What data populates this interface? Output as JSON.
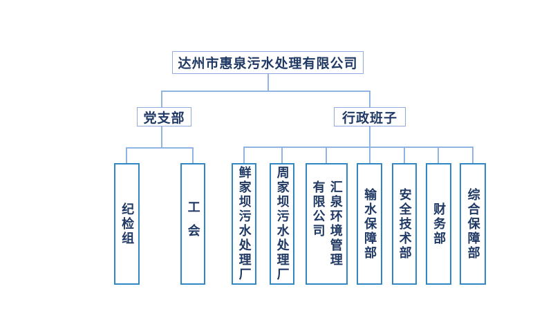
{
  "org_chart": {
    "root": {
      "label": "达州市惠泉污水处理有限公司"
    },
    "branches": [
      {
        "label": "党支部"
      },
      {
        "label": "行政班子"
      }
    ],
    "party_children": [
      {
        "label": "纪检组"
      },
      {
        "label": "工会"
      }
    ],
    "admin_children": [
      {
        "label": "鲜家坝污水处理厂"
      },
      {
        "label": "周家坝污水处理厂"
      },
      {
        "label": "汇泉环境管理\n有限公司"
      },
      {
        "label": "输水保障部"
      },
      {
        "label": "安全技术部"
      },
      {
        "label": "财务部"
      },
      {
        "label": "综合保障部"
      }
    ],
    "colors": {
      "text": "#1F3864",
      "top_box_border": "#8FAADC",
      "bottom_box_border": "#2E86C4",
      "connector_line": "#8FB4E2",
      "background": "#FFFFFF"
    }
  }
}
